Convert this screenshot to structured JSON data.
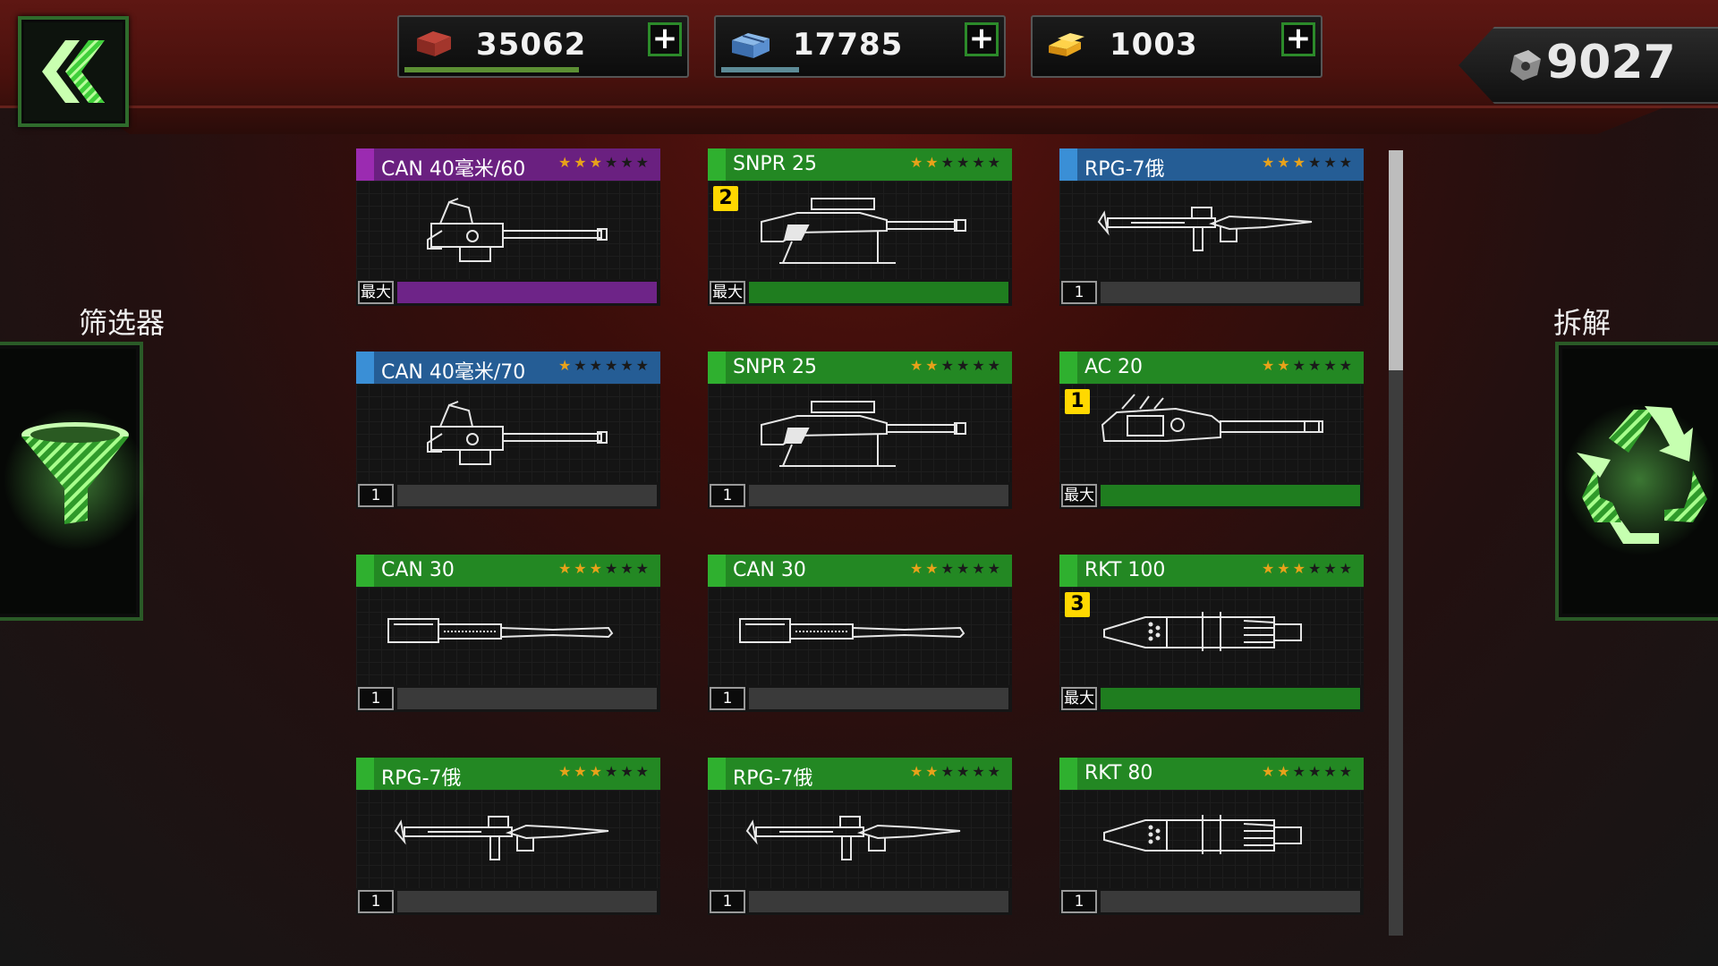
{
  "resources": [
    {
      "id": "steel",
      "value": "35062",
      "bar_color": "#5c8f34",
      "fill": 0.63
    },
    {
      "id": "blocks",
      "value": "17785",
      "bar_color": "#5d8b97",
      "fill": 0.28
    },
    {
      "id": "gold",
      "value": "1003",
      "bar_color": "#4a4a4a",
      "fill": 0.0
    }
  ],
  "plus_label": "+",
  "gems": {
    "value": "9027"
  },
  "filter": {
    "label": "筛选器"
  },
  "dismantle": {
    "label": "拆解"
  },
  "weapons": [
    {
      "name": "CAN 40毫米/60",
      "accent": "#9b2bb1",
      "head": "#6a2080",
      "stars": 3,
      "level": "最大",
      "bar": "#6e2488",
      "fill": 1,
      "badge": "",
      "shape": "cannon"
    },
    {
      "name": "SNPR 25",
      "accent": "#2fb02f",
      "head": "#238823",
      "stars": 2,
      "level": "最大",
      "bar": "#1f7d1f",
      "fill": 1,
      "badge": "2",
      "shape": "sniper"
    },
    {
      "name": "RPG-7俄",
      "accent": "#3a8fd6",
      "head": "#255d95",
      "stars": 3,
      "level": "1",
      "bar": "#3a3a3a",
      "fill": 0,
      "badge": "",
      "shape": "rpg"
    },
    {
      "name": "CAN 40毫米/70",
      "accent": "#3a8fd6",
      "head": "#255d95",
      "stars": 1,
      "level": "1",
      "bar": "#3a3a3a",
      "fill": 0,
      "badge": "",
      "shape": "cannon"
    },
    {
      "name": "SNPR 25",
      "accent": "#2fb02f",
      "head": "#238823",
      "stars": 2,
      "level": "1",
      "bar": "#3a3a3a",
      "fill": 0,
      "badge": "",
      "shape": "sniper"
    },
    {
      "name": "AC 20",
      "accent": "#2fb02f",
      "head": "#238823",
      "stars": 2,
      "level": "最大",
      "bar": "#1f7d1f",
      "fill": 1,
      "badge": "1",
      "shape": "autocannon"
    },
    {
      "name": "CAN 30",
      "accent": "#2fb02f",
      "head": "#238823",
      "stars": 3,
      "level": "1",
      "bar": "#3a3a3a",
      "fill": 0,
      "badge": "",
      "shape": "longgun"
    },
    {
      "name": "CAN 30",
      "accent": "#2fb02f",
      "head": "#238823",
      "stars": 2,
      "level": "1",
      "bar": "#3a3a3a",
      "fill": 0,
      "badge": "",
      "shape": "longgun"
    },
    {
      "name": "RKT 100",
      "accent": "#2fb02f",
      "head": "#238823",
      "stars": 3,
      "level": "最大",
      "bar": "#1f7d1f",
      "fill": 1,
      "badge": "3",
      "shape": "rocket"
    },
    {
      "name": "RPG-7俄",
      "accent": "#2fb02f",
      "head": "#238823",
      "stars": 3,
      "level": "1",
      "bar": "#3a3a3a",
      "fill": 0,
      "badge": "",
      "shape": "rpg"
    },
    {
      "name": "RPG-7俄",
      "accent": "#2fb02f",
      "head": "#238823",
      "stars": 2,
      "level": "1",
      "bar": "#3a3a3a",
      "fill": 0,
      "badge": "",
      "shape": "rpg"
    },
    {
      "name": "RKT 80",
      "accent": "#2fb02f",
      "head": "#238823",
      "stars": 2,
      "level": "1",
      "bar": "#3a3a3a",
      "fill": 0,
      "badge": "",
      "shape": "rocket"
    }
  ],
  "star_total": 6,
  "colors": {
    "star_on": "#e8a21a",
    "star_off": "#1a1a1a",
    "frame_green": "#2f6b2c",
    "glow_green": "#7dff6a"
  },
  "scroll": {
    "position": 0
  }
}
